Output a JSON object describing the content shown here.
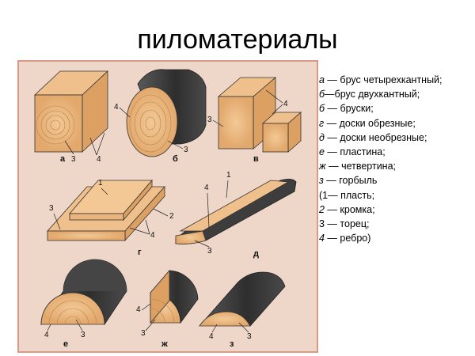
{
  "title": "пиломатериалы",
  "legend": [
    {
      "k": "а",
      "sep": " — ",
      "t": "брус четырехкантный;",
      "pad": ""
    },
    {
      "k": "б",
      "sep": "—",
      "t": "брус двухкантный;",
      "pad": ""
    },
    {
      "k": "б",
      "sep": " — ",
      "t": "бруски;",
      "pad": ""
    },
    {
      "k": "г",
      "sep": " — ",
      "t": "доски обрезные;",
      "pad": " "
    },
    {
      "k": "д",
      "sep": " — ",
      "t": "доски необрезные;",
      "pad": ""
    },
    {
      "k": "е",
      "sep": " — ",
      "t": "пластина;",
      "pad": " "
    },
    {
      "k": "ж",
      "sep": " — ",
      "t": "четвертина;",
      "pad": ""
    },
    {
      "k": "з",
      "sep": " — ",
      "t": "горбыль",
      "pad": ""
    },
    {
      "k": "(1",
      "sep": "— ",
      "t": "пласть;",
      "pad": ""
    },
    {
      "k": "2",
      "sep": " — ",
      "t": "кромка;",
      "pad": ""
    },
    {
      "k": "3",
      "sep": " — ",
      "t": "торец;",
      "pad": " "
    },
    {
      "k": "4",
      "sep": " — ",
      "t": "ребро)",
      "pad": ""
    }
  ],
  "figure": {
    "captions": {
      "a": "а",
      "b": "б",
      "v": "в",
      "g": "г",
      "d": "д",
      "e": "е",
      "zh": "ж",
      "z": "з"
    },
    "labels": {
      "n1": "1",
      "n2": "2",
      "n3": "3",
      "n4": "4"
    }
  },
  "colors": {
    "wood_face": "#e9b178",
    "wood_side": "#dca062",
    "wood_top": "#f0c08c",
    "bark": "#3a3a3a",
    "bark_light": "#6a6a6a",
    "figure_bg": "#eed7c9",
    "figure_border": "#d79a86"
  }
}
